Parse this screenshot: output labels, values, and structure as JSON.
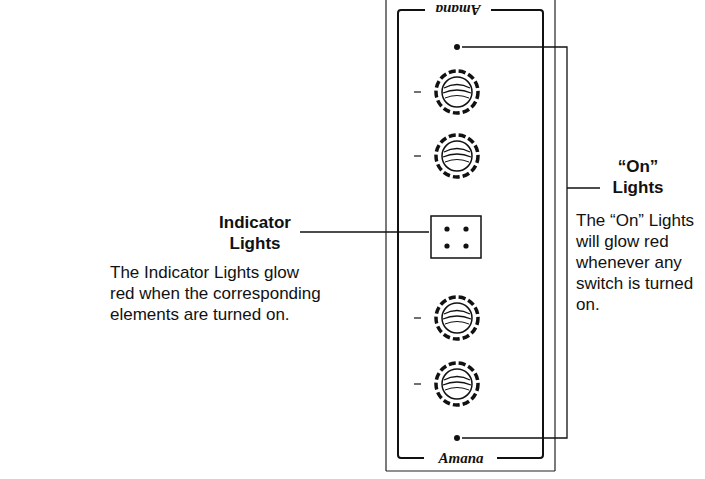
{
  "diagram": {
    "labels": [
      "Amana",
      "Indicator Lights",
      "The Indicator Lights glow red when the corresponding elements are turned on.",
      "“On” Lights",
      "The “On” Lights will glow red whenever any switch is turned on.",
      "Amana"
    ]
  }
}
